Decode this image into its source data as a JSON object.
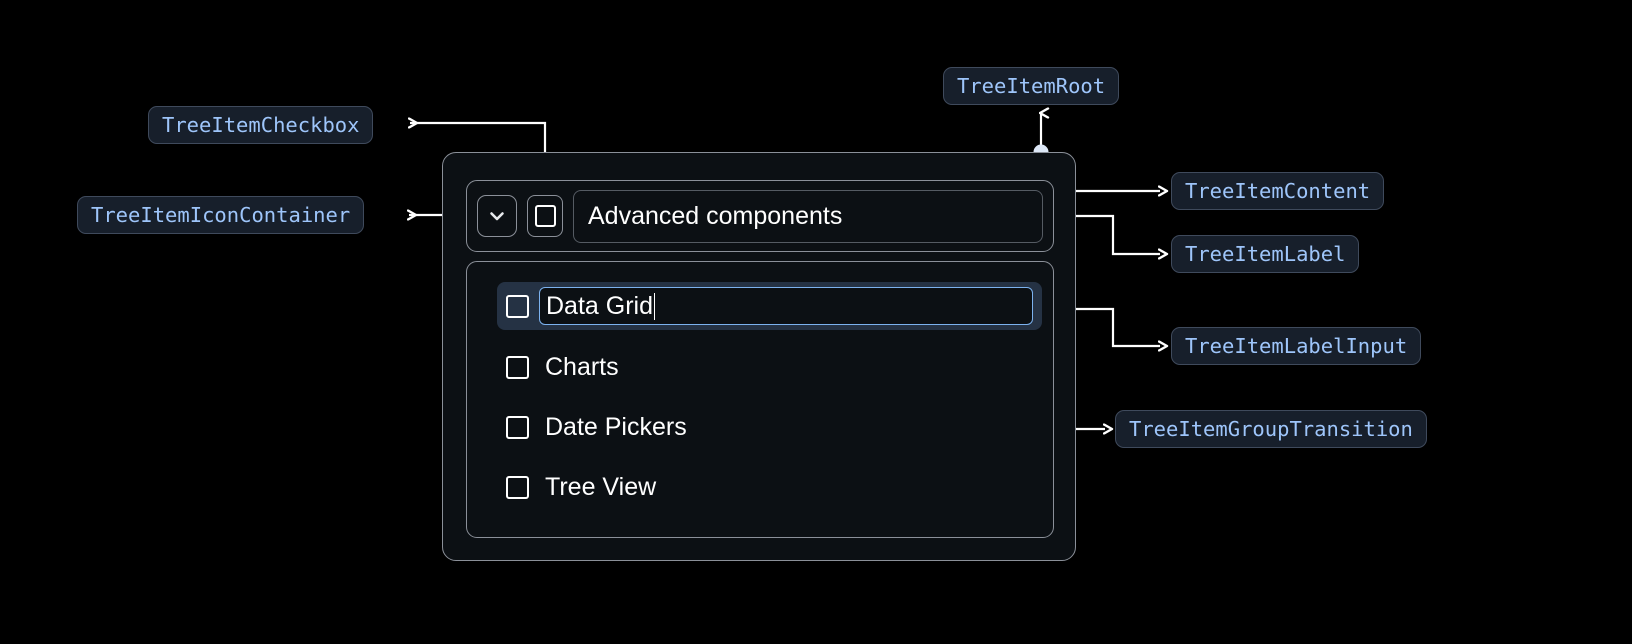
{
  "annotations": [
    {
      "id": "treeitemcheckbox",
      "label": "TreeItemCheckbox"
    },
    {
      "id": "treeitemiconcontainer",
      "label": "TreeItemIconContainer"
    },
    {
      "id": "treeitemroot",
      "label": "TreeItemRoot"
    },
    {
      "id": "treeitemcontent",
      "label": "TreeItemContent"
    },
    {
      "id": "treeitemlabel",
      "label": "TreeItemLabel"
    },
    {
      "id": "treeitemlabelinput",
      "label": "TreeItemLabelInput"
    },
    {
      "id": "treeitemgrouptransition",
      "label": "TreeItemGroupTransition"
    }
  ],
  "tree": {
    "header": {
      "label": "Advanced components",
      "expand_icon": "chevron-down-icon",
      "checkbox_state": "unchecked"
    },
    "children": [
      {
        "label": "Data Grid",
        "editing": true,
        "checkbox_state": "unchecked",
        "selected": true
      },
      {
        "label": "Charts",
        "editing": false,
        "checkbox_state": "unchecked",
        "selected": false
      },
      {
        "label": "Date Pickers",
        "editing": false,
        "checkbox_state": "unchecked",
        "selected": false
      },
      {
        "label": "Tree View",
        "editing": false,
        "checkbox_state": "unchecked",
        "selected": false
      }
    ]
  },
  "colors": {
    "background": "#000000",
    "chip_bg": "#171f2b",
    "chip_border": "#3f4a5c",
    "chip_text": "#9ec5fa",
    "box_border": "#8b9099",
    "box_bg": "#0c1014",
    "selected_row_bg": "#253244",
    "input_focus_border": "#7cb2ef",
    "connector": "#ffffff",
    "text": "#ffffff"
  }
}
